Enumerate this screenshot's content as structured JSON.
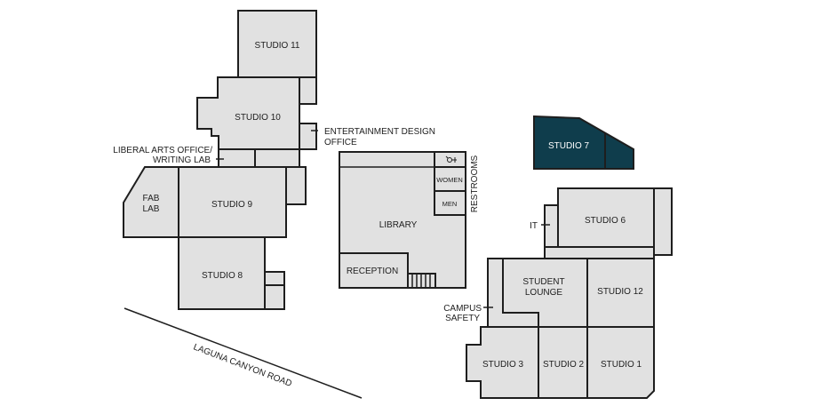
{
  "map": {
    "rooms": {
      "studio11": "STUDIO 11",
      "studio10": "STUDIO 10",
      "studio9": "STUDIO 9",
      "studio8": "STUDIO 8",
      "fablab1": "FAB",
      "fablab2": "LAB",
      "library": "LIBRARY",
      "reception": "RECEPTION",
      "women": "WOMEN",
      "men": "MEN",
      "studio7": "STUDIO 7",
      "studio6": "STUDIO 6",
      "lounge1": "STUDENT",
      "lounge2": "LOUNGE",
      "studio12": "STUDIO 12",
      "studio3": "STUDIO 3",
      "studio2": "STUDIO 2",
      "studio1": "STUDIO 1"
    },
    "callouts": {
      "ent1": "ENTERTAINMENT DESIGN",
      "ent2": "OFFICE",
      "lib1": "LIBERAL ARTS OFFICE/",
      "lib2": "WRITING LAB",
      "restrooms": "RESTROOMS",
      "it": "IT",
      "safety1": "CAMPUS",
      "safety2": "SAFETY"
    },
    "road": "LAGUNA CANYON ROAD",
    "highlight_color": "#0f3d4c"
  }
}
